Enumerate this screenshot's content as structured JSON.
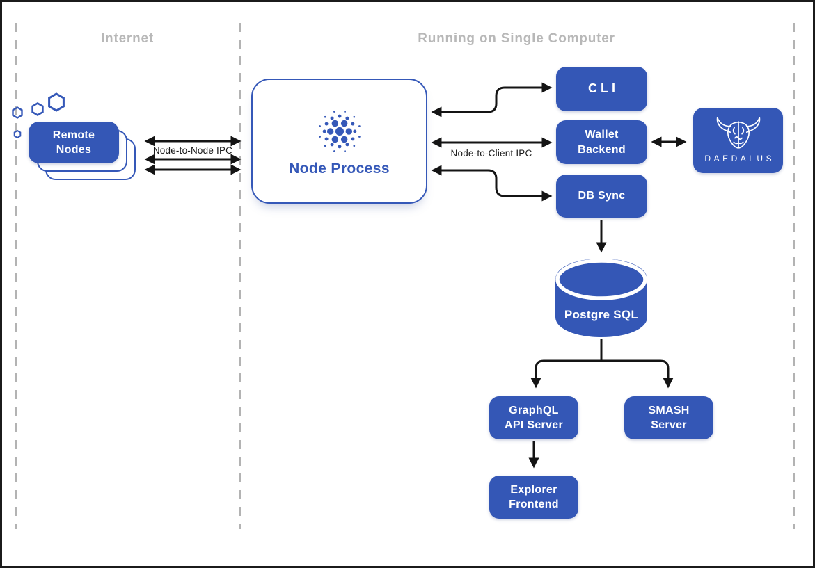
{
  "diagram": {
    "sections": [
      {
        "label": "Internet"
      },
      {
        "label": "Running on Single Computer"
      }
    ],
    "nodes": {
      "remote_nodes": {
        "lines": [
          "Remote",
          "Nodes"
        ]
      },
      "node_process": {
        "label": "Node Process"
      },
      "cli": {
        "label": "CLI"
      },
      "wallet_backend": {
        "lines": [
          "Wallet",
          "Backend"
        ]
      },
      "db_sync": {
        "label": "DB Sync"
      },
      "daedalus": {
        "label": "DAEDALUS"
      },
      "postgre_sql": {
        "label": "Postgre SQL"
      },
      "graphql_api_server": {
        "lines": [
          "GraphQL",
          "API Server"
        ]
      },
      "smash_server": {
        "lines": [
          "SMASH",
          "Server"
        ]
      },
      "explorer_frontend": {
        "lines": [
          "Explorer",
          "Frontend"
        ]
      }
    },
    "edges": {
      "node_to_node_ipc": {
        "label": "Node-to-Node IPC"
      },
      "node_to_client_ipc": {
        "label": "Node-to-Client IPC"
      }
    },
    "icons": {
      "cardano": "cardano-constellation-logo",
      "daedalus": "daedalus-minotaur-logo",
      "hexagons": "hexagon-cluster",
      "database": "database-cylinder"
    },
    "colors": {
      "primary_blue": "#3457B6",
      "outline_blue": "#3558B8",
      "heading_gray": "#B8B8B8",
      "dash_gray": "#B3B3B3",
      "arrow_black": "#141414",
      "background": "#FFFFFF"
    }
  }
}
